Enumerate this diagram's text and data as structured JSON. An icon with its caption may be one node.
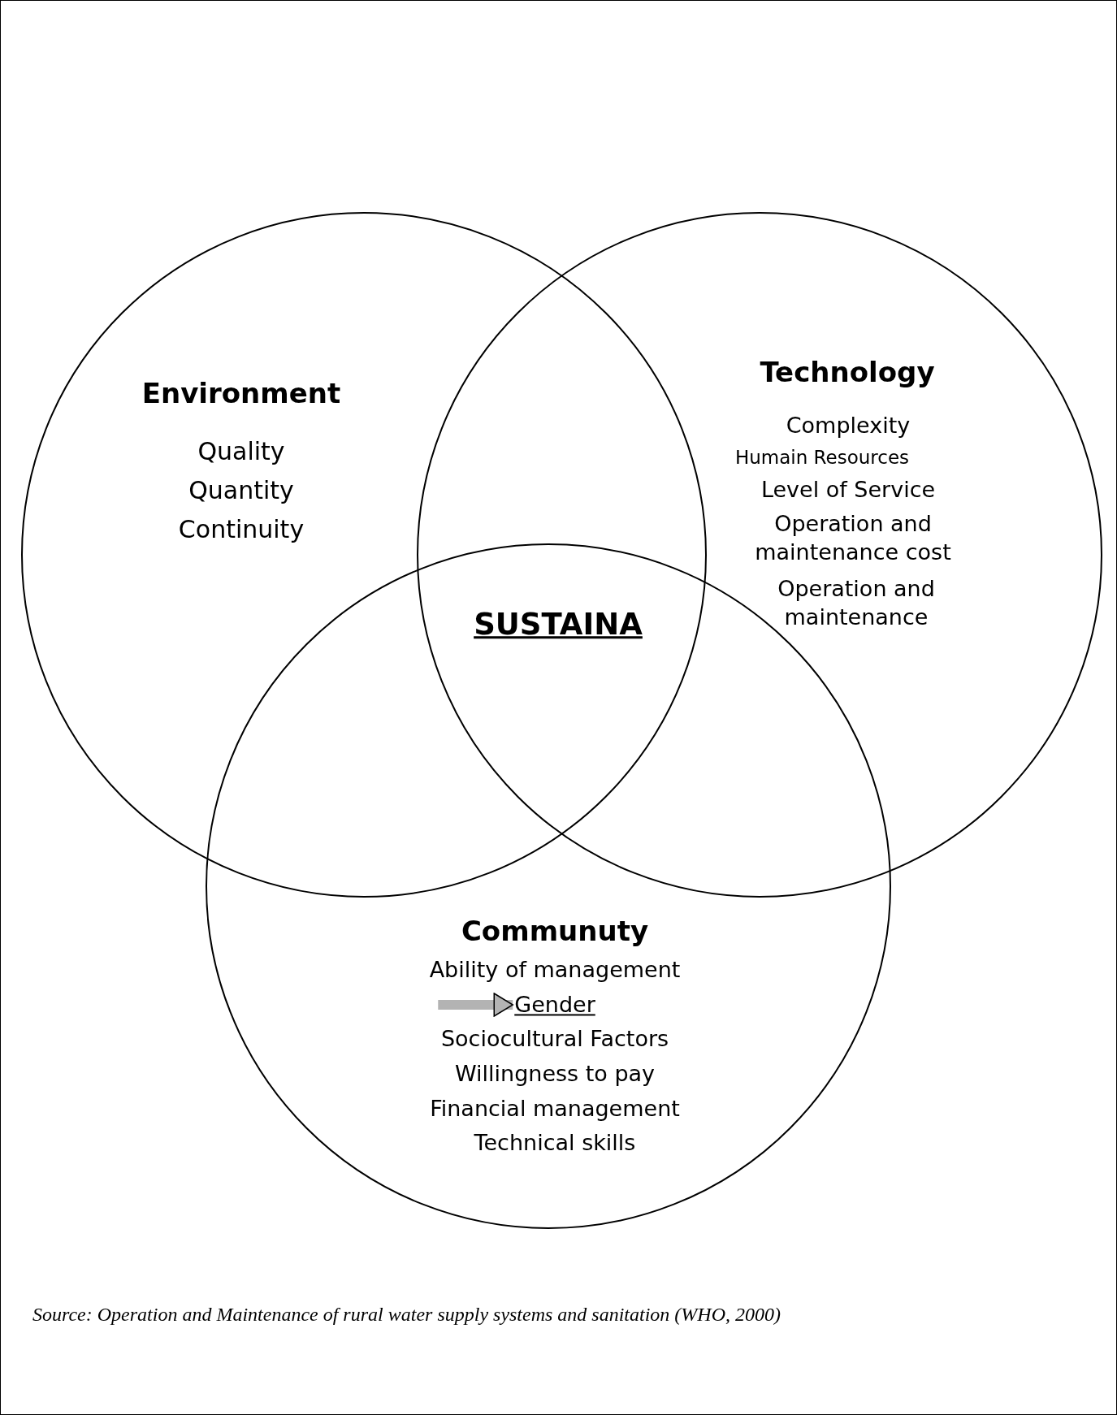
{
  "diagram": {
    "caption": "Source: Operation and Maintenance of rural water supply systems and sanitation (WHO, 2000)",
    "nodes": [
      {
        "text": [
          "Environment",
          "Quality",
          "Quantity",
          "Continuity"
        ]
      },
      {
        "text": [
          "Technology",
          "Complexity",
          "Humain Resources",
          "Level of Service",
          "Operation and maintenance cost",
          "Operation and maintenance"
        ]
      },
      {
        "text": [
          "Communuty",
          "Ability of management",
          "Sociocultural Factors",
          "Willingness to pay",
          "Financial management",
          "Technical skills"
        ]
      },
      {
        "text": [
          "Gender"
        ],
        "in": 2
      }
    ],
    "edges": [
      {
        "from": null,
        "to": 3,
        "arrow": "to"
      }
    ],
    "labels": [
      "SUSTAINA"
    ]
  }
}
